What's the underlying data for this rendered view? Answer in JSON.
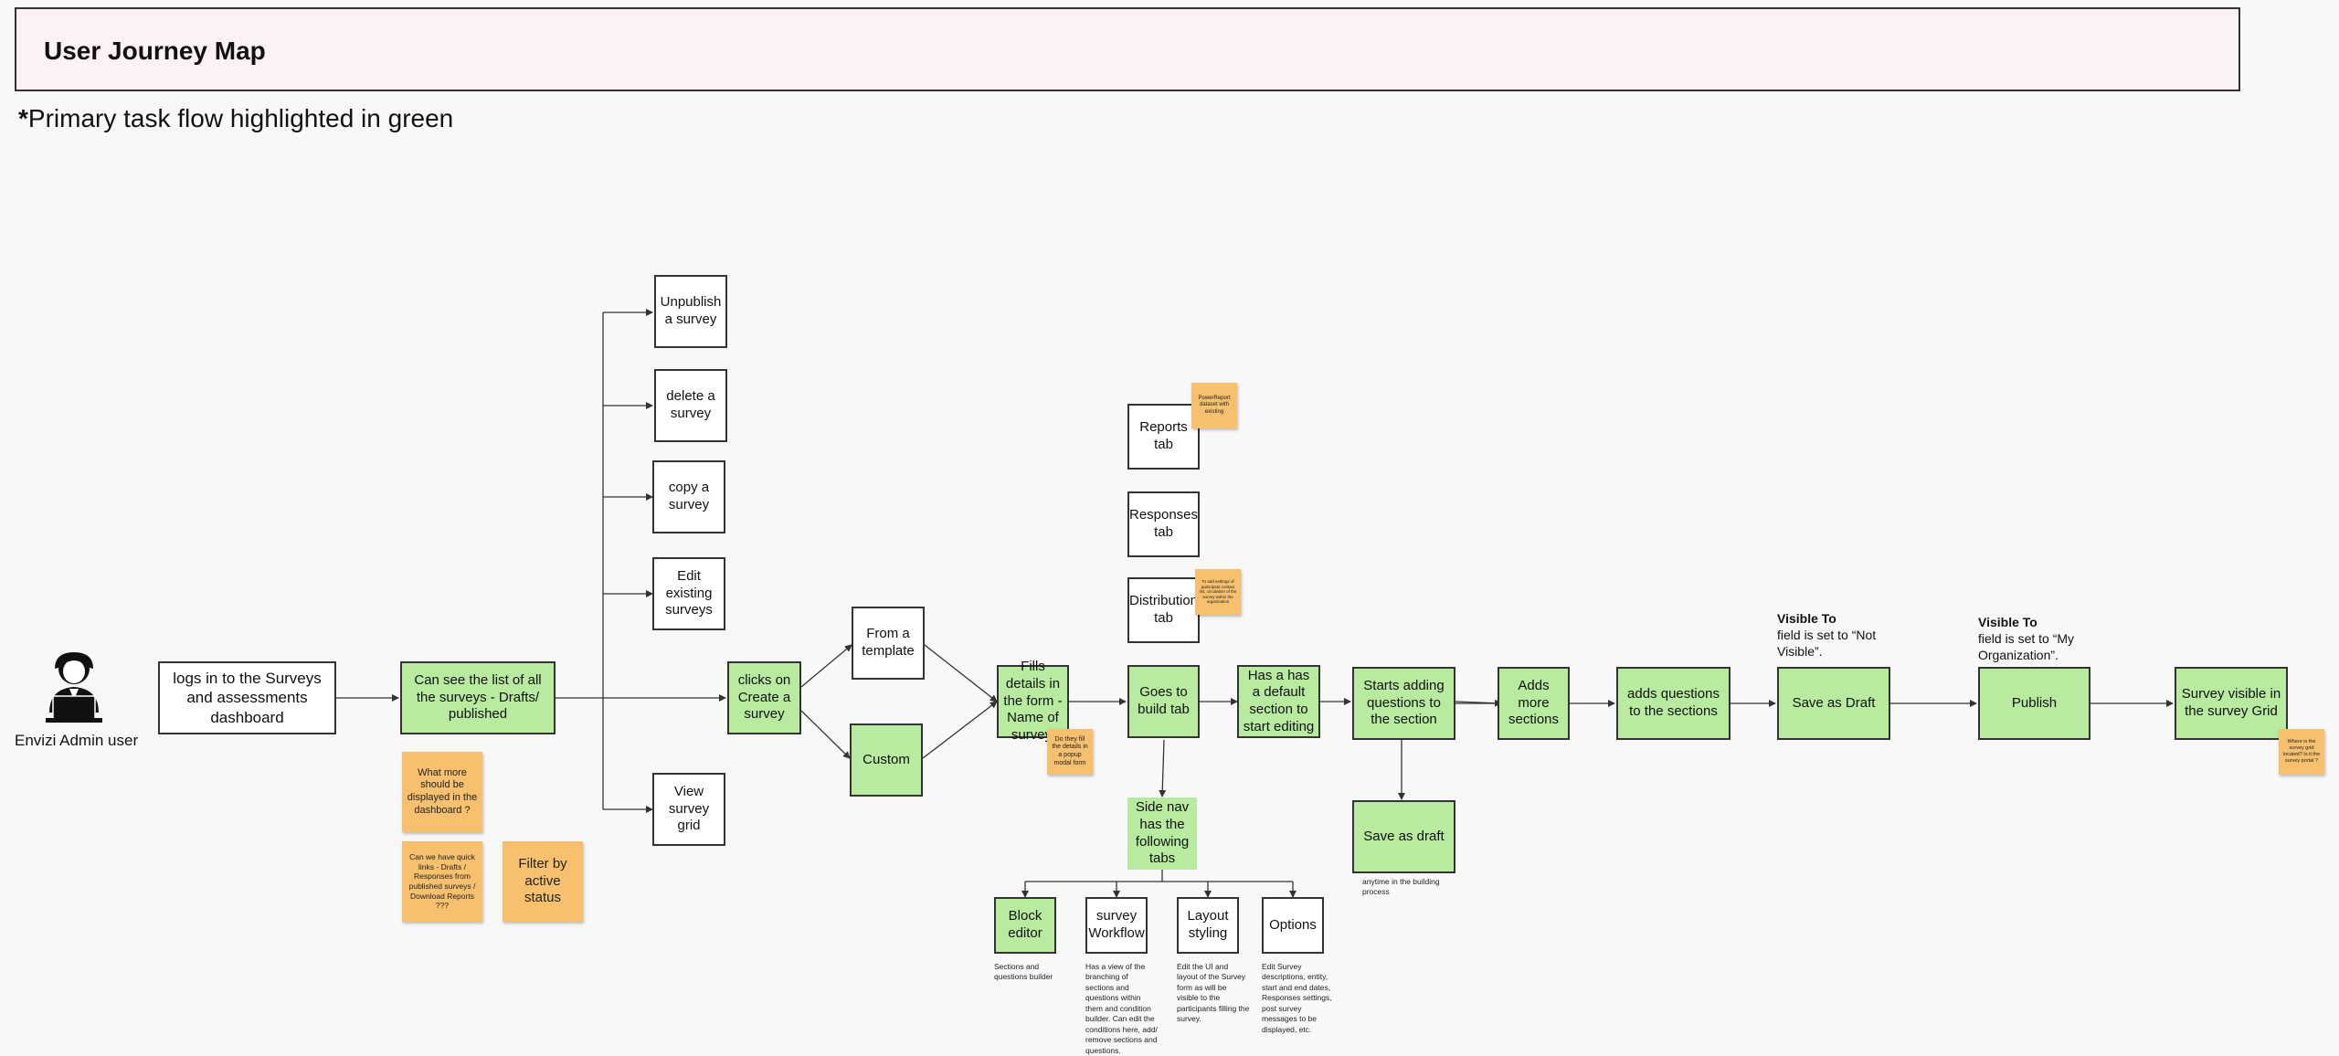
{
  "header": {
    "title": "User Journey Map"
  },
  "subtitle": {
    "asterisk": "*",
    "text": "Primary task flow highlighted in green"
  },
  "colors": {
    "green": "#b8eaa0",
    "sticky": "#f6c06e",
    "header_bg": "#fbf1f6"
  },
  "actor": {
    "icon": "user-with-laptop-icon",
    "label": "Envizi Admin user"
  },
  "nodes": {
    "login": "logs in to the Surveys and assessments dashboard",
    "list": "Can see the list of all the surveys - Drafts/ published",
    "unpublish": "Unpublish a survey",
    "delete": "delete a survey",
    "copy": "copy a survey",
    "edit": "Edit existing surveys",
    "view_grid": "View survey grid",
    "create": "clicks on Create a survey",
    "from_template": "From a template",
    "custom": "Custom",
    "fills": "Fills details in the form - Name of survey.",
    "goes_build": "Goes to build tab",
    "reports_tab": "Reports tab",
    "responses_tab": "Responses tab",
    "distribution_tab": "Distribution tab",
    "side_nav": "Side nav has the following tabs",
    "block_editor": "Block editor",
    "survey_workflow": "survey Workflow",
    "layout_styling": "Layout styling",
    "options": "Options",
    "default_section": "Has a has a default section to start editing",
    "start_adding": "Starts adding questions to the section",
    "save_as_draft_lower": "Save as draft",
    "adds_more": "Adds more sections",
    "adds_questions": "adds questions to the sections",
    "save_draft": "Save as Draft",
    "publish": "Publish",
    "visible_grid": "Survey visible in the survey Grid"
  },
  "stickies": {
    "what_more": "What more should be displayed in the dashboard ?",
    "quick_links": "Can we have quick links - Drafts / Responses from published surveys / Download Reports ???",
    "filter": "Filter by active status",
    "popup": "Do they fill the details in a popup modal form",
    "powerbi": "PowerReport dataset with existing",
    "distribution_note": "To add settings of participant contact list, circulation of the survey within the organization",
    "grid_note": "Where is the survey grid located? Is it the survey portal ?"
  },
  "notes": {
    "anytime": "anytime in the building process",
    "block_editor": "Sections and questions builder",
    "survey_workflow": "Has a view of the branching of sections and questions within them and condition builder. Can edit the conditions here, add/ remove sections and questions.",
    "layout_styling": "Edit the UI and layout of the Survey form as will be visible to the participants filling the survey.",
    "options": "Edit Survey descriptions, entity, start and end dates, Responses settings, post survey messages to be displayed, etc."
  },
  "visibility": {
    "draft_label": "Visible To",
    "draft_text": " field is set to “Not Visible”.",
    "publish_label": "Visible To",
    "publish_text": " field is set to “My Organization”."
  }
}
